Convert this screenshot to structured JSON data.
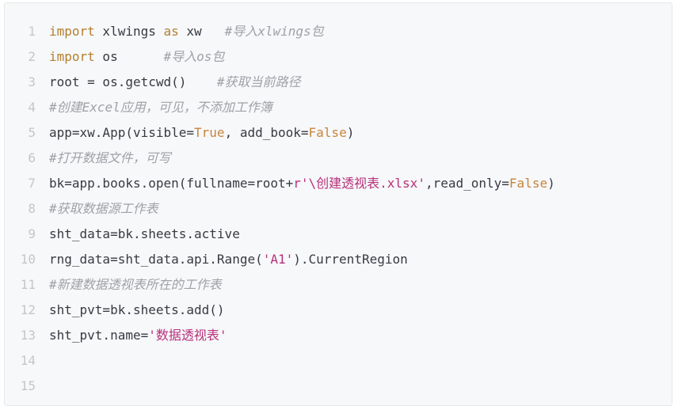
{
  "code": {
    "lines": [
      {
        "number": "1",
        "tokens": [
          {
            "t": "keyword",
            "v": "import"
          },
          {
            "t": "plain",
            "v": " xlwings "
          },
          {
            "t": "keyword",
            "v": "as"
          },
          {
            "t": "plain",
            "v": " xw   "
          },
          {
            "t": "comment",
            "v": "#导入xlwings包"
          }
        ]
      },
      {
        "number": "2",
        "tokens": [
          {
            "t": "keyword",
            "v": "import"
          },
          {
            "t": "plain",
            "v": " os      "
          },
          {
            "t": "comment",
            "v": "#导入os包"
          }
        ]
      },
      {
        "number": "3",
        "tokens": [
          {
            "t": "plain",
            "v": "root = os.getcwd()    "
          },
          {
            "t": "comment",
            "v": "#获取当前路径"
          }
        ]
      },
      {
        "number": "4",
        "tokens": [
          {
            "t": "comment",
            "v": "#创建Excel应用，可见，不添加工作簿"
          }
        ]
      },
      {
        "number": "5",
        "tokens": [
          {
            "t": "plain",
            "v": "app=xw.App(visible="
          },
          {
            "t": "const",
            "v": "True"
          },
          {
            "t": "plain",
            "v": ", add_book="
          },
          {
            "t": "const",
            "v": "False"
          },
          {
            "t": "plain",
            "v": ")"
          }
        ]
      },
      {
        "number": "6",
        "tokens": [
          {
            "t": "comment",
            "v": "#打开数据文件，可写"
          }
        ]
      },
      {
        "number": "7",
        "tokens": [
          {
            "t": "plain",
            "v": "bk=app.books.open(fullname=root+"
          },
          {
            "t": "string",
            "v": "r'\\创建透视表.xlsx'"
          },
          {
            "t": "plain",
            "v": ",read_only="
          },
          {
            "t": "const",
            "v": "False"
          },
          {
            "t": "plain",
            "v": ")"
          }
        ]
      },
      {
        "number": "8",
        "tokens": [
          {
            "t": "comment",
            "v": "#获取数据源工作表"
          }
        ]
      },
      {
        "number": "9",
        "tokens": [
          {
            "t": "plain",
            "v": "sht_data=bk.sheets.active"
          }
        ]
      },
      {
        "number": "10",
        "tokens": [
          {
            "t": "plain",
            "v": "rng_data=sht_data.api.Range("
          },
          {
            "t": "string",
            "v": "'A1'"
          },
          {
            "t": "plain",
            "v": ").CurrentRegion"
          }
        ]
      },
      {
        "number": "11",
        "tokens": [
          {
            "t": "comment",
            "v": "#新建数据透视表所在的工作表"
          }
        ]
      },
      {
        "number": "12",
        "tokens": [
          {
            "t": "plain",
            "v": "sht_pvt=bk.sheets.add()"
          }
        ]
      },
      {
        "number": "13",
        "tokens": [
          {
            "t": "plain",
            "v": "sht_pvt.name="
          },
          {
            "t": "string",
            "v": "'数据透视表'"
          }
        ]
      },
      {
        "number": "14",
        "tokens": []
      },
      {
        "number": "15",
        "tokens": []
      }
    ]
  }
}
